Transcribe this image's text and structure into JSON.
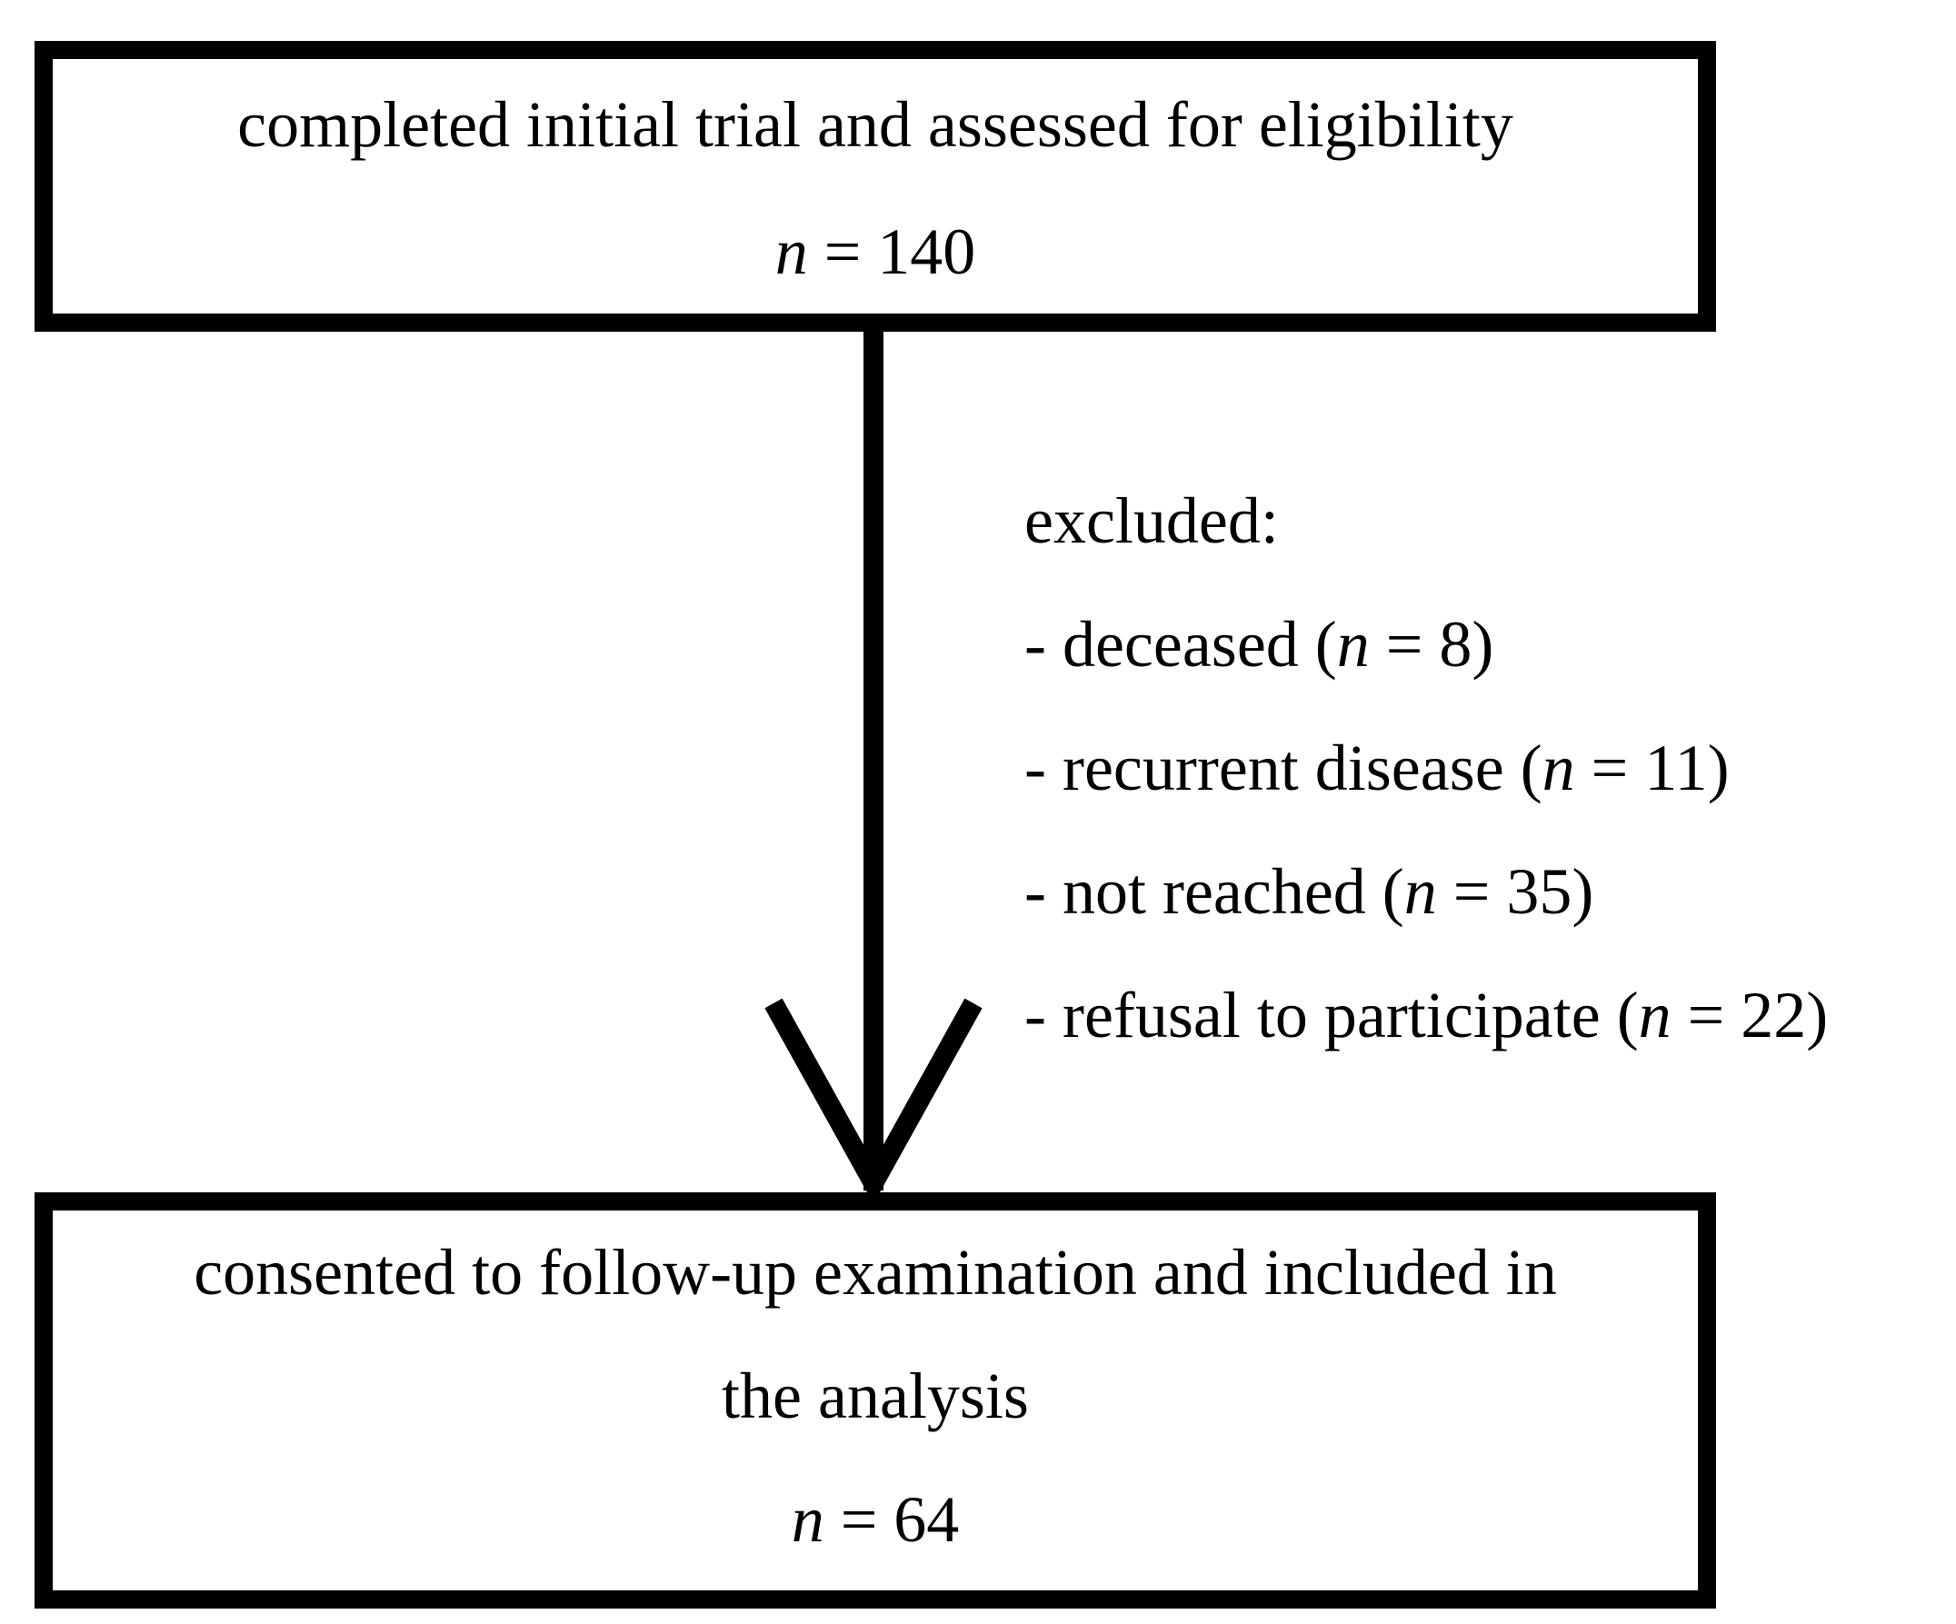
{
  "nodes": {
    "start": {
      "line1": "completed initial trial and assessed for eligibility",
      "count_symbol": "n",
      "count_text": " = 140"
    },
    "end": {
      "line1": "consented to follow-up examination and included in",
      "line2": "the analysis",
      "count_symbol": "n",
      "count_text": " = 64"
    }
  },
  "exclusion": {
    "heading": "excluded:",
    "items": [
      {
        "prefix": "- deceased (",
        "symbol": "n",
        "suffix": " = 8)"
      },
      {
        "prefix": "- recurrent disease (",
        "symbol": "n",
        "suffix": " = 11)"
      },
      {
        "prefix": "- not reached (",
        "symbol": "n",
        "suffix": " = 35)"
      },
      {
        "prefix": "- refusal to participate (",
        "symbol": "n",
        "suffix": " = 22)"
      }
    ]
  },
  "colors": {
    "line": "#000000",
    "background": "#ffffff"
  }
}
